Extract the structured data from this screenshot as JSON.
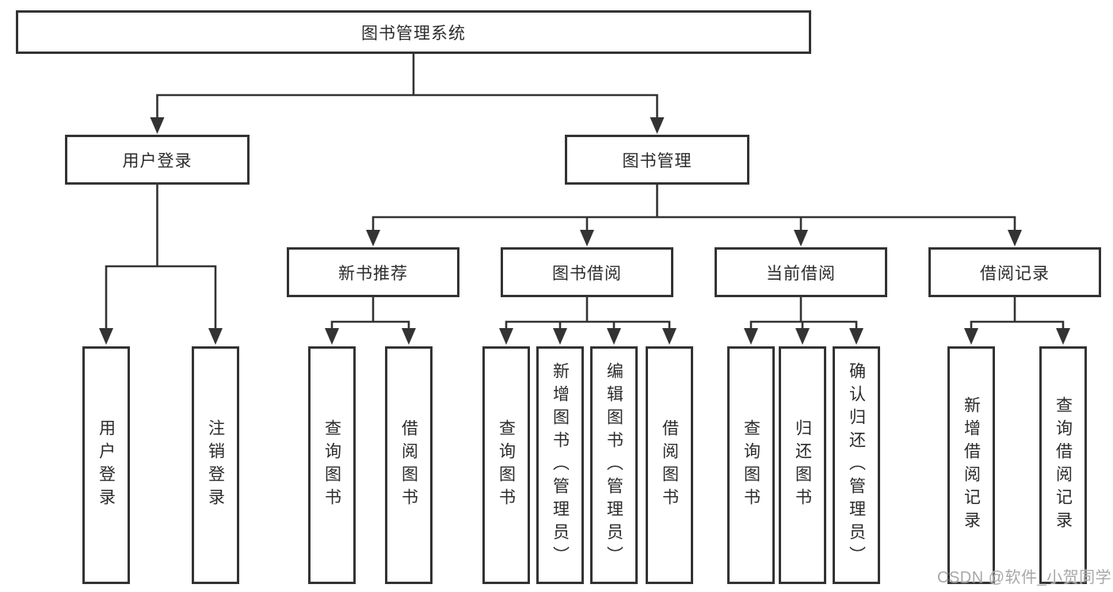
{
  "diagram": {
    "title": "图书管理系统",
    "type": "functional-structure-tree"
  },
  "labels": {
    "root": "图书管理系统",
    "user_login": "用户登录",
    "book_management": "图书管理",
    "new_book_recommend": "新书推荐",
    "book_borrowing": "图书借阅",
    "current_borrowing": "当前借阅",
    "borrowing_records": "借阅记录",
    "leaf_user_login": "用户登录",
    "leaf_logout": "注销登录",
    "leaf_query_book_1": "查询图书",
    "leaf_borrow_book_1": "借阅图书",
    "leaf_query_book_2": "查询图书",
    "leaf_add_book_admin": "新增图书（管理员）",
    "leaf_edit_book_admin": "编辑图书（管理员）",
    "leaf_borrow_book_2": "借阅图书",
    "leaf_query_book_3": "查询图书",
    "leaf_return_book": "归还图书",
    "leaf_confirm_return_admin": "确认归还（管理员）",
    "leaf_add_borrow_record": "新增借阅记录",
    "leaf_query_borrow_record": "查询借阅记录"
  },
  "hierarchy": {
    "label": "图书管理系统",
    "children": [
      {
        "label": "用户登录",
        "children": [
          {
            "label": "用户登录"
          },
          {
            "label": "注销登录"
          }
        ]
      },
      {
        "label": "图书管理",
        "children": [
          {
            "label": "新书推荐",
            "children": [
              {
                "label": "查询图书"
              },
              {
                "label": "借阅图书"
              }
            ]
          },
          {
            "label": "图书借阅",
            "children": [
              {
                "label": "查询图书"
              },
              {
                "label": "新增图书（管理员）"
              },
              {
                "label": "编辑图书（管理员）"
              },
              {
                "label": "借阅图书"
              }
            ]
          },
          {
            "label": "当前借阅",
            "children": [
              {
                "label": "查询图书"
              },
              {
                "label": "归还图书"
              },
              {
                "label": "确认归还（管理员）"
              }
            ]
          },
          {
            "label": "借阅记录",
            "children": [
              {
                "label": "新增借阅记录"
              },
              {
                "label": "查询借阅记录"
              }
            ]
          }
        ]
      }
    ]
  },
  "watermark": {
    "text": "CSDN @软件_小贺同学",
    "color": "#a8a8a8"
  },
  "colors": {
    "line": "#333333",
    "box_border": "#333333",
    "text": "#2b2b2b",
    "background": "#ffffff"
  }
}
